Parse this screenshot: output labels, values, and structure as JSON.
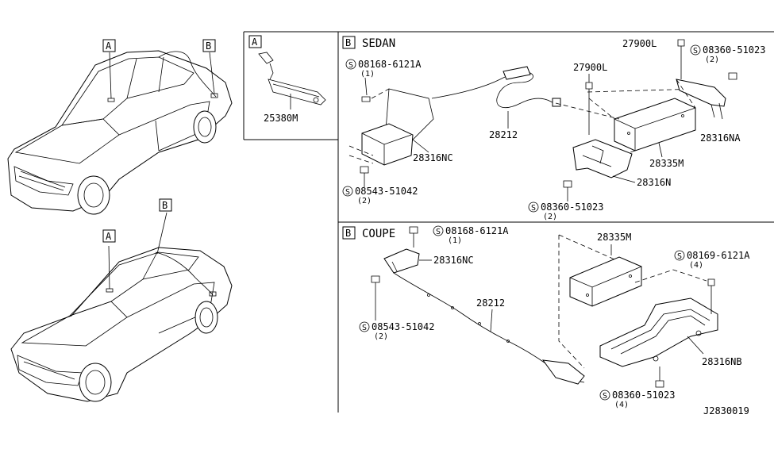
{
  "callouts": {
    "sedan_a": "A",
    "sedan_b": "B",
    "coupe_a": "A",
    "coupe_b": "B"
  },
  "detail_a": {
    "tag": "A",
    "part": "25380M"
  },
  "sedan": {
    "tag": "B",
    "title": "SEDAN",
    "screw_top": {
      "number": "08168-6121A",
      "qty": "(1)"
    },
    "screw_bottom": {
      "number": "08543-51042",
      "qty": "(2)"
    },
    "bracket_left": "28316NC",
    "antenna": "28212",
    "bolt_mid": "27900L",
    "bolt_top": "27900L",
    "screw_right": {
      "number": "08360-51023",
      "qty": "(2)"
    },
    "bracket_right": "28316NA",
    "module": "28335M",
    "bracket_lower": "28316N",
    "screw_lower": {
      "number": "08360-51023",
      "qty": "(2)"
    }
  },
  "coupe": {
    "tag": "B",
    "title": "COUPE",
    "screw_top": {
      "number": "08168-6121A",
      "qty": "(1)"
    },
    "bracket_left": "28316NC",
    "antenna": "28212",
    "screw_left": {
      "number": "08543-51042",
      "qty": "(2)"
    },
    "module": "28335M",
    "screw_right": {
      "number": "08169-6121A",
      "qty": "(4)"
    },
    "bracket": "28316NB",
    "screw_bottom": {
      "number": "08360-51023",
      "qty": "(4)"
    }
  },
  "diagram_id": "J2830019",
  "screw_symbol": "S"
}
